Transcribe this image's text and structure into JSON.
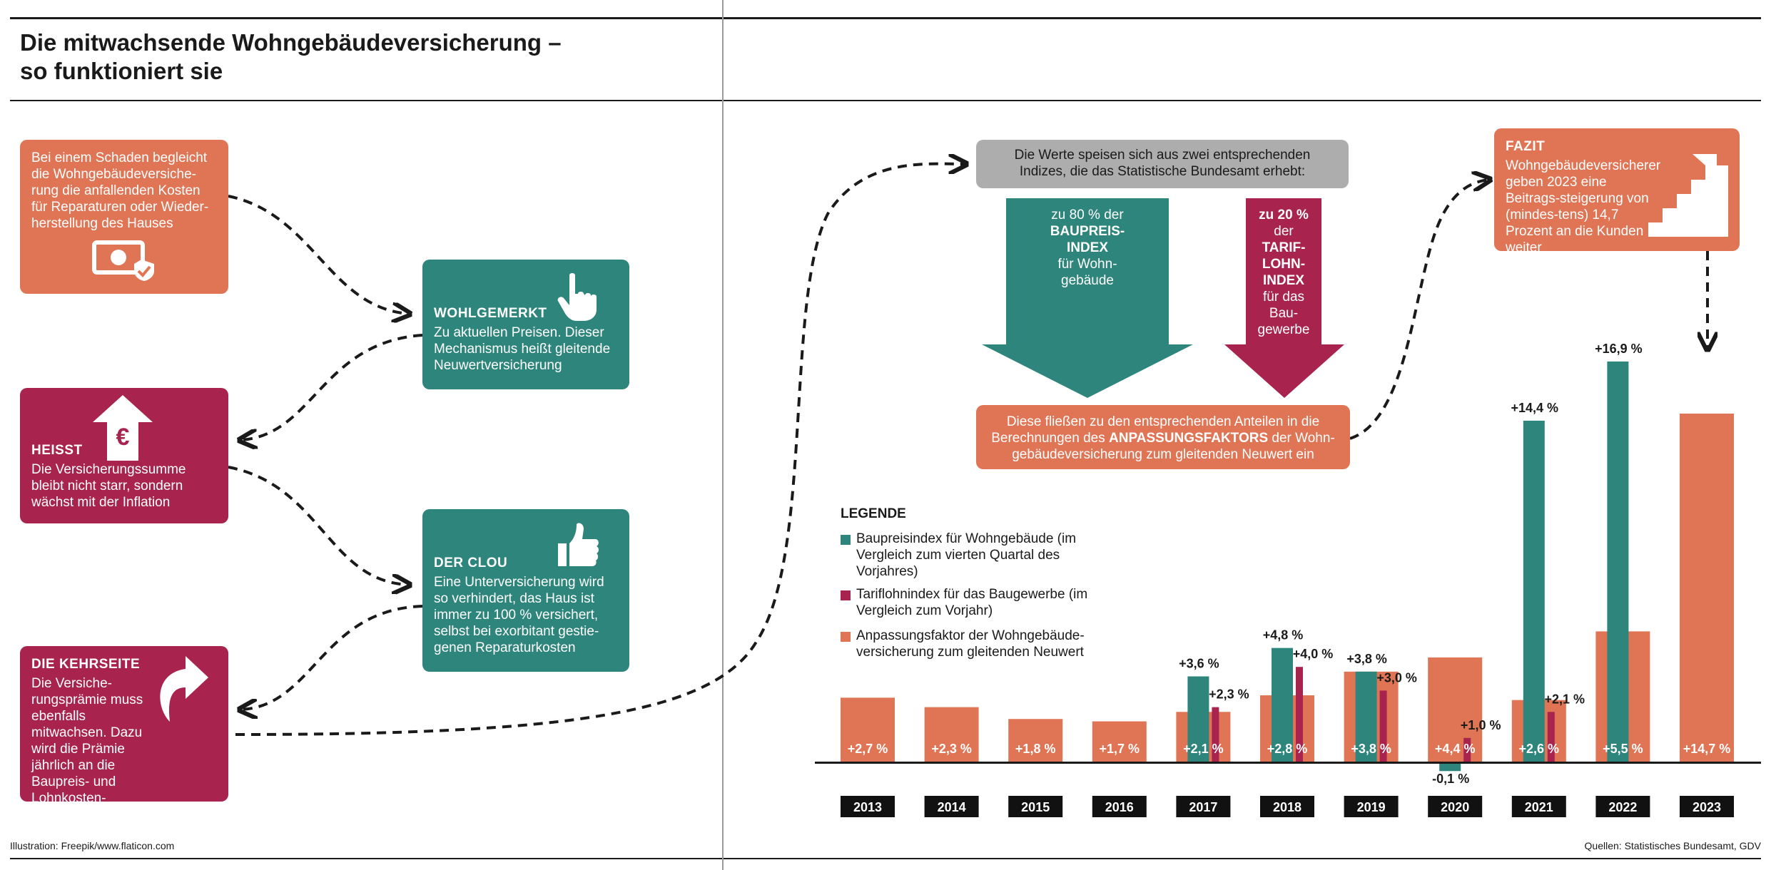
{
  "title_line1": "Die mitwachsende Wohngebäudeversicherung –",
  "title_line2": "so funktioniert sie",
  "left": {
    "intro": "Bei einem Schaden begleicht die Wohngebäudeversiche-rung die anfallenden Kosten für Reparaturen oder Wieder-herstellung des Hauses",
    "wohlgemerkt_head": "WOHLGEMERKT",
    "wohlgemerkt_text": "Zu aktuellen Preisen. Dieser Mechanismus heißt gleitende Neuwertversicherung",
    "heisst_head": "HEISST",
    "heisst_text": "Die Versicherungssumme bleibt nicht starr, sondern wächst mit der Inflation",
    "clou_head": "DER CLOU",
    "clou_text": "Eine Unterversicherung wird so verhindert, das Haus ist immer zu 100 % versichert, selbst bei exorbitant gestie-genen Reparaturkosten",
    "kehrseite_head": "DIE KEHRSEITE",
    "kehrseite_text": "Die Versiche-rungsprämie muss ebenfalls mitwachsen. Dazu wird die Prämie jährlich an die Baupreis- und Lohnkosten-entwicklung angepasst"
  },
  "flow": {
    "indices_box": "Die Werte speisen sich aus zwei entsprechenden Indizes, die das Statistische Bundesamt erhebt:",
    "arrow_teal_lines": [
      "zu 80 % der",
      "BAUPREIS-",
      "INDEX",
      "für Wohn-",
      "gebäude"
    ],
    "arrow_plum_lines": [
      "zu 20 %",
      "der",
      "TARIF-",
      "LOHN-",
      "INDEX",
      "für das",
      "Bau-",
      "gewerbe"
    ],
    "fliessen_box_pre": "Diese fließen zu den entsprechenden Anteilen in die Berechnungen des ",
    "fliessen_box_bold": "ANPASSUNGSFAKTORS",
    "fliessen_box_post": " der Wohn-gebäudeversicherung zum gleitenden Neuwert ein",
    "fazit_head": "FAZIT",
    "fazit_text": "Wohngebäudeversicherer geben 2023 eine Beitrags-steigerung von (mindes-tens) 14,7 Prozent an die Kunden weiter"
  },
  "legend": {
    "title": "LEGENDE",
    "items": [
      "Baupreisindex für Wohngebäude (im Vergleich zum vierten Quartal des Vorjahres)",
      "Tariflohnindex für das Baugewerbe (im Vergleich zum Vorjahr)",
      "Anpassungsfaktor der Wohngebäude-versicherung zum gleitenden Neuwert"
    ]
  },
  "colors": {
    "teal": "#2d857c",
    "plum": "#a8234e",
    "orange": "#e07555",
    "grey": "#adadad"
  },
  "icons": [
    "money-shield-icon",
    "pointing-hand-icon",
    "euro-up-arrow-icon",
    "thumbs-up-icon",
    "curved-arrow-icon",
    "stairs-icon"
  ],
  "chart_data": {
    "type": "bar",
    "categories": [
      "2013",
      "2014",
      "2015",
      "2016",
      "2017",
      "2018",
      "2019",
      "2020",
      "2021",
      "2022",
      "2023"
    ],
    "series": [
      {
        "name": "Anpassungsfaktor der Wohngebäudeversicherung zum gleitenden Neuwert",
        "values": [
          2.7,
          2.3,
          1.8,
          1.7,
          2.1,
          2.8,
          3.8,
          4.4,
          2.6,
          5.5,
          14.7
        ],
        "labels": [
          "+2,7 %",
          "+2,3 %",
          "+1,8 %",
          "+1,7 %",
          "+2,1 %",
          "+2,8 %",
          "+3,8 %",
          "+4,4 %",
          "+2,6 %",
          "+5,5 %",
          "+14,7 %"
        ]
      },
      {
        "name": "Baupreisindex für Wohngebäude",
        "values": [
          null,
          null,
          null,
          null,
          3.6,
          4.8,
          3.8,
          -0.1,
          14.4,
          16.9,
          null
        ],
        "labels": [
          null,
          null,
          null,
          null,
          "+3,6 %",
          "+4,8 %",
          "+3,8 %",
          "-0,1 %",
          "+14,4 %",
          "+16,9 %",
          null
        ]
      },
      {
        "name": "Tariflohnindex für das Baugewerbe",
        "values": [
          null,
          null,
          null,
          null,
          2.3,
          4.0,
          3.0,
          1.0,
          2.1,
          null,
          null
        ],
        "labels": [
          null,
          null,
          null,
          null,
          "+2,3 %",
          "+4,0 %",
          "+3,0 %",
          "+1,0 %",
          "+2,1 %",
          null,
          null
        ]
      }
    ]
  },
  "footer": {
    "left": "Illustration: Freepik/www.flaticon.com",
    "right": "Quellen: Statistisches Bundesamt, GDV"
  }
}
